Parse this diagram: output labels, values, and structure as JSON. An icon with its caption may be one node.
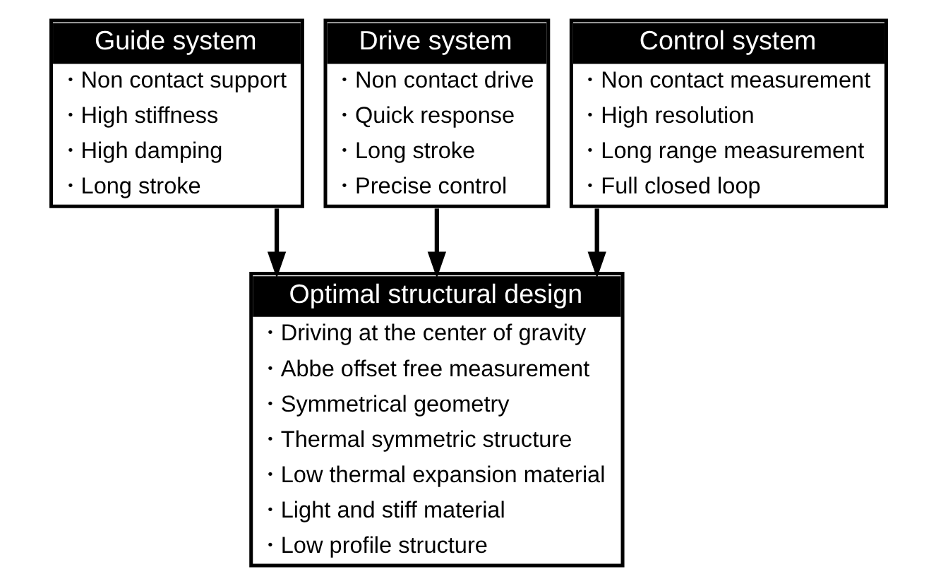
{
  "diagram": {
    "nodes": [
      {
        "text": [
          "Guide system",
          "・Non contact support",
          "・High stiffness",
          "・High damping",
          "・Long stroke"
        ]
      },
      {
        "text": [
          "Drive system",
          "・Non contact drive",
          "・Quick response",
          "・Long stroke",
          "・Precise control"
        ]
      },
      {
        "text": [
          "Control system",
          "・Non contact measurement",
          "・High resolution",
          "・Long range measurement",
          "・Full closed loop"
        ]
      },
      {
        "text": [
          "Optimal structural design",
          "・Driving at the center of gravity",
          "・Abbe offset free measurement",
          "・Symmetrical geometry",
          "・Thermal symmetric structure",
          "・Low thermal expansion material",
          "・Light and stiff material",
          "・Low profile structure"
        ]
      }
    ],
    "edges": [
      {
        "from": 0,
        "to": 3,
        "arrow": "to"
      },
      {
        "from": 1,
        "to": 3,
        "arrow": "to"
      },
      {
        "from": 2,
        "to": 3,
        "arrow": "to"
      }
    ]
  }
}
